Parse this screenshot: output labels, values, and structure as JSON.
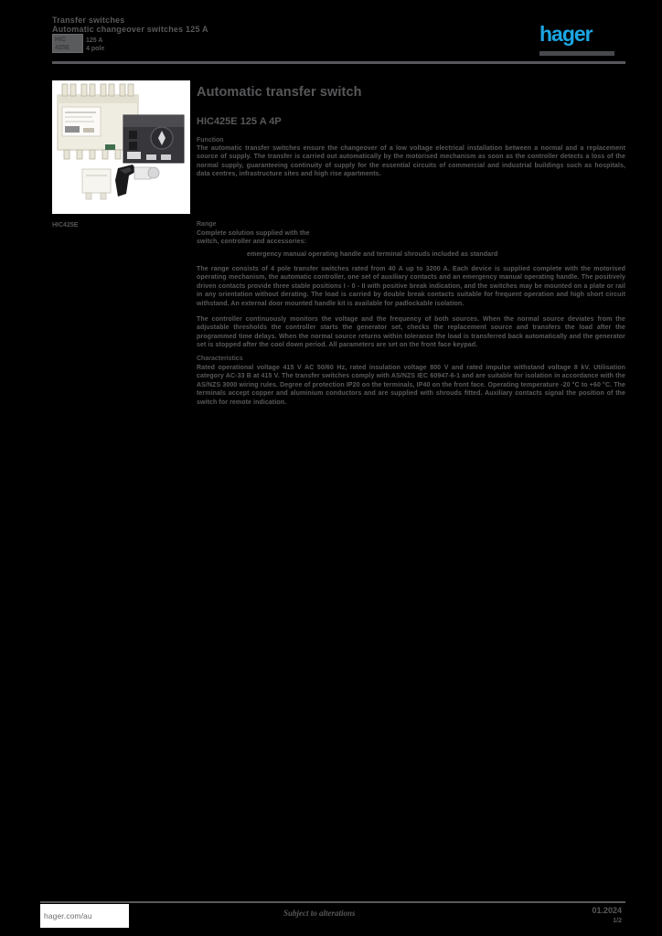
{
  "colors": {
    "background": "#000000",
    "brand_blue": "#1ba6e3",
    "text_gray": "#58595b",
    "photo_background": "#ffffff"
  },
  "header": {
    "title_line1": "Transfer switches",
    "title_line2": "Automatic changeover switches 125 A",
    "ref_box_line1": "HIC",
    "ref_box_line2": "425E",
    "ref_note_line1": "125 A",
    "ref_note_line2": "4 pole",
    "logo_text": "hager"
  },
  "photo": {
    "alt": "Automatic transfer switch with motor operator, auxiliary block and emergency manual handle",
    "caption": "HIC425E"
  },
  "content": {
    "heading": "Automatic transfer switch",
    "subheading": "HIC425E 125 A 4P",
    "uses_label": "Function",
    "uses_body": "The automatic transfer switches ensure the changeover of a low voltage electrical installation between a normal and a replacement source of supply. The transfer is carried out automatically by the motorised mechanism as soon as the controller detects a loss of the normal supply, guaranteeing continuity of supply for the essential circuits of commercial and industrial buildings such as hospitals, data centres, infrastructure sites and high rise apartments.",
    "range_label": "Range",
    "range_intro_line1": "Complete solution supplied with the",
    "range_intro_line2": "switch, controller and accessories:",
    "range_intro_line3": "emergency manual operating handle and terminal shrouds included as standard",
    "range_body": "The range consists of 4 pole transfer switches rated from 40 A up to 3200 A. Each device is supplied complete with the motorised operating mechanism, the automatic controller, one set of auxiliary contacts and an emergency manual operating handle. The positively driven contacts provide three stable positions I - 0 - II with positive break indication, and the switches may be mounted on a plate or rail in any orientation without derating. The load is carried by double break contacts suitable for frequent operation and high short circuit withstand. An external door mounted handle kit is available for padlockable isolation.",
    "operation_body": "The controller continuously monitors the voltage and the frequency of both sources. When the normal source deviates from the adjustable thresholds the controller starts the generator set, checks the replacement source and transfers the load after the programmed time delays. When the normal source returns within tolerance the load is transferred back automatically and the generator set is stopped after the cool down period. All parameters are set on the front face keypad.",
    "characteristics_label": "Characteristics",
    "characteristics_body": "Rated operational voltage 415 V AC 50/60 Hz, rated insulation voltage 800 V and rated impulse withstand voltage 8 kV. Utilisation category AC-33 B at 415 V. The transfer switches comply with AS/NZS IEC 60947-6-1 and are suitable for isolation in accordance with the AS/NZS 3000 wiring rules. Degree of protection IP20 on the terminals, IP40 on the front face. Operating temperature -20 °C to +60 °C. The terminals accept copper and aluminium conductors and are supplied with shrouds fitted. Auxiliary contacts signal the position of the switch for remote indication."
  },
  "footer": {
    "website": "hager.com/au",
    "note": "Subject to alterations",
    "date": "01.2024",
    "page": "1/2"
  }
}
